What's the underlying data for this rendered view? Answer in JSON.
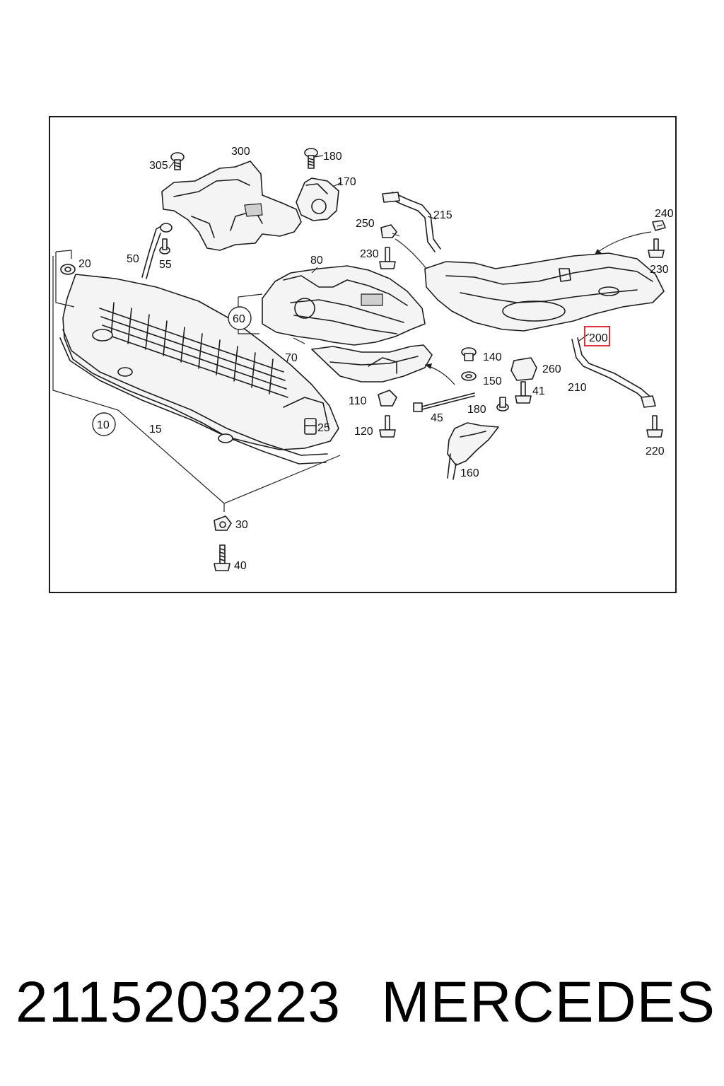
{
  "diagram": {
    "callouts": {
      "c10": "10",
      "c15": "15",
      "c20": "20",
      "c25": "25",
      "c30": "30",
      "c40": "40",
      "c41": "41",
      "c45": "45",
      "c50": "50",
      "c55": "55",
      "c60": "60",
      "c70": "70",
      "c80": "80",
      "c110": "110",
      "c120": "120",
      "c140": "140",
      "c150": "150",
      "c160": "160",
      "c170": "170",
      "c180a": "180",
      "c180b": "180",
      "c200": "200",
      "c210": "210",
      "c215": "215",
      "c220": "220",
      "c230a": "230",
      "c230b": "230",
      "c240": "240",
      "c250": "250",
      "c260": "260",
      "c300": "300",
      "c305": "305"
    },
    "highlighted_callout": "200",
    "highlight_color": "#e0323c"
  },
  "footer": {
    "part_number": "2115203223",
    "brand": "MERCEDES"
  }
}
